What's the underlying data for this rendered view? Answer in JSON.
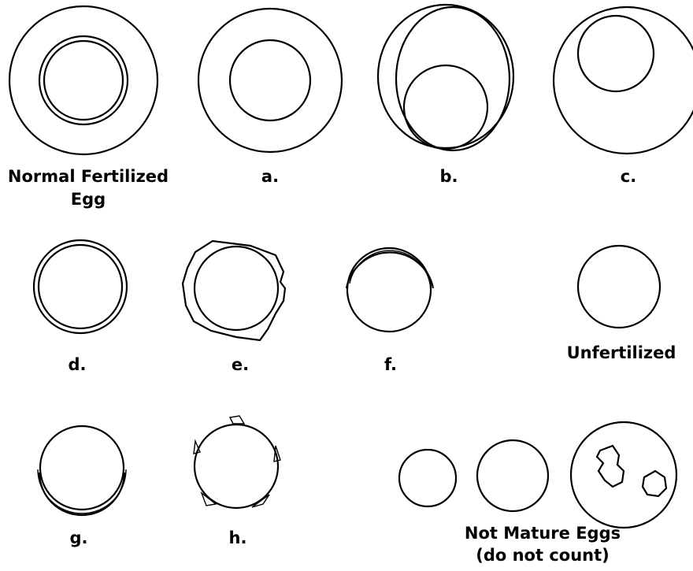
{
  "labels": {
    "normal_line1": "Normal Fertilized",
    "normal_line2": "Egg",
    "a": "a.",
    "b": "b.",
    "c": "c.",
    "d": "d.",
    "e": "e.",
    "f": "f.",
    "unfertilized": "Unfertilized",
    "g": "g.",
    "h": "h.",
    "not_mature_line1": "Not Mature Eggs",
    "not_mature_line2": "(do not count)"
  }
}
